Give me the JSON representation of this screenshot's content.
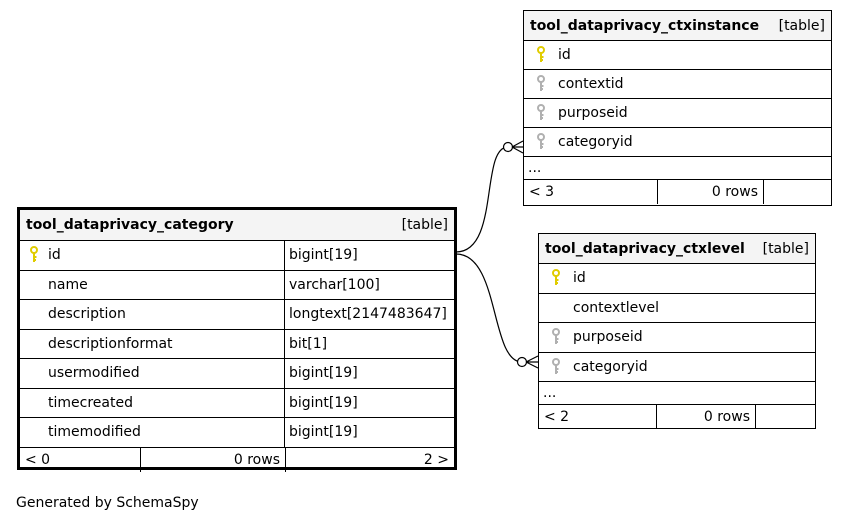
{
  "tables": {
    "category": {
      "name": "tool_dataprivacy_category",
      "kind": "[table]",
      "columns": [
        {
          "name": "id",
          "type": "bigint[19]",
          "key": "primary"
        },
        {
          "name": "name",
          "type": "varchar[100]",
          "key": "none"
        },
        {
          "name": "description",
          "type": "longtext[2147483647]",
          "key": "none"
        },
        {
          "name": "descriptionformat",
          "type": "bit[1]",
          "key": "none"
        },
        {
          "name": "usermodified",
          "type": "bigint[19]",
          "key": "none"
        },
        {
          "name": "timecreated",
          "type": "bigint[19]",
          "key": "none"
        },
        {
          "name": "timemodified",
          "type": "bigint[19]",
          "key": "none"
        }
      ],
      "footer": {
        "parents": "< 0",
        "rows": "0 rows",
        "children": "2 >"
      }
    },
    "ctxinstance": {
      "name": "tool_dataprivacy_ctxinstance",
      "kind": "[table]",
      "columns": [
        {
          "name": "id",
          "key": "primary"
        },
        {
          "name": "contextid",
          "key": "foreign"
        },
        {
          "name": "purposeid",
          "key": "foreign"
        },
        {
          "name": "categoryid",
          "key": "foreign"
        }
      ],
      "ellipsis": "...",
      "footer": {
        "parents": "< 3",
        "rows": "0 rows",
        "children": ""
      }
    },
    "ctxlevel": {
      "name": "tool_dataprivacy_ctxlevel",
      "kind": "[table]",
      "columns": [
        {
          "name": "id",
          "key": "primary"
        },
        {
          "name": "contextlevel",
          "key": "none"
        },
        {
          "name": "purposeid",
          "key": "foreign"
        },
        {
          "name": "categoryid",
          "key": "foreign"
        }
      ],
      "ellipsis": "...",
      "footer": {
        "parents": "< 2",
        "rows": "0 rows",
        "children": ""
      }
    }
  },
  "relationships": [
    {
      "from": "tool_dataprivacy_category.id",
      "to": "tool_dataprivacy_ctxinstance.categoryid"
    },
    {
      "from": "tool_dataprivacy_category.id",
      "to": "tool_dataprivacy_ctxlevel.categoryid"
    }
  ],
  "footer_text": "Generated by SchemaSpy",
  "colors": {
    "primary_key": "#e0cc00",
    "foreign_key": "#b0b0b0",
    "header_bg": "#f4f4f4"
  }
}
